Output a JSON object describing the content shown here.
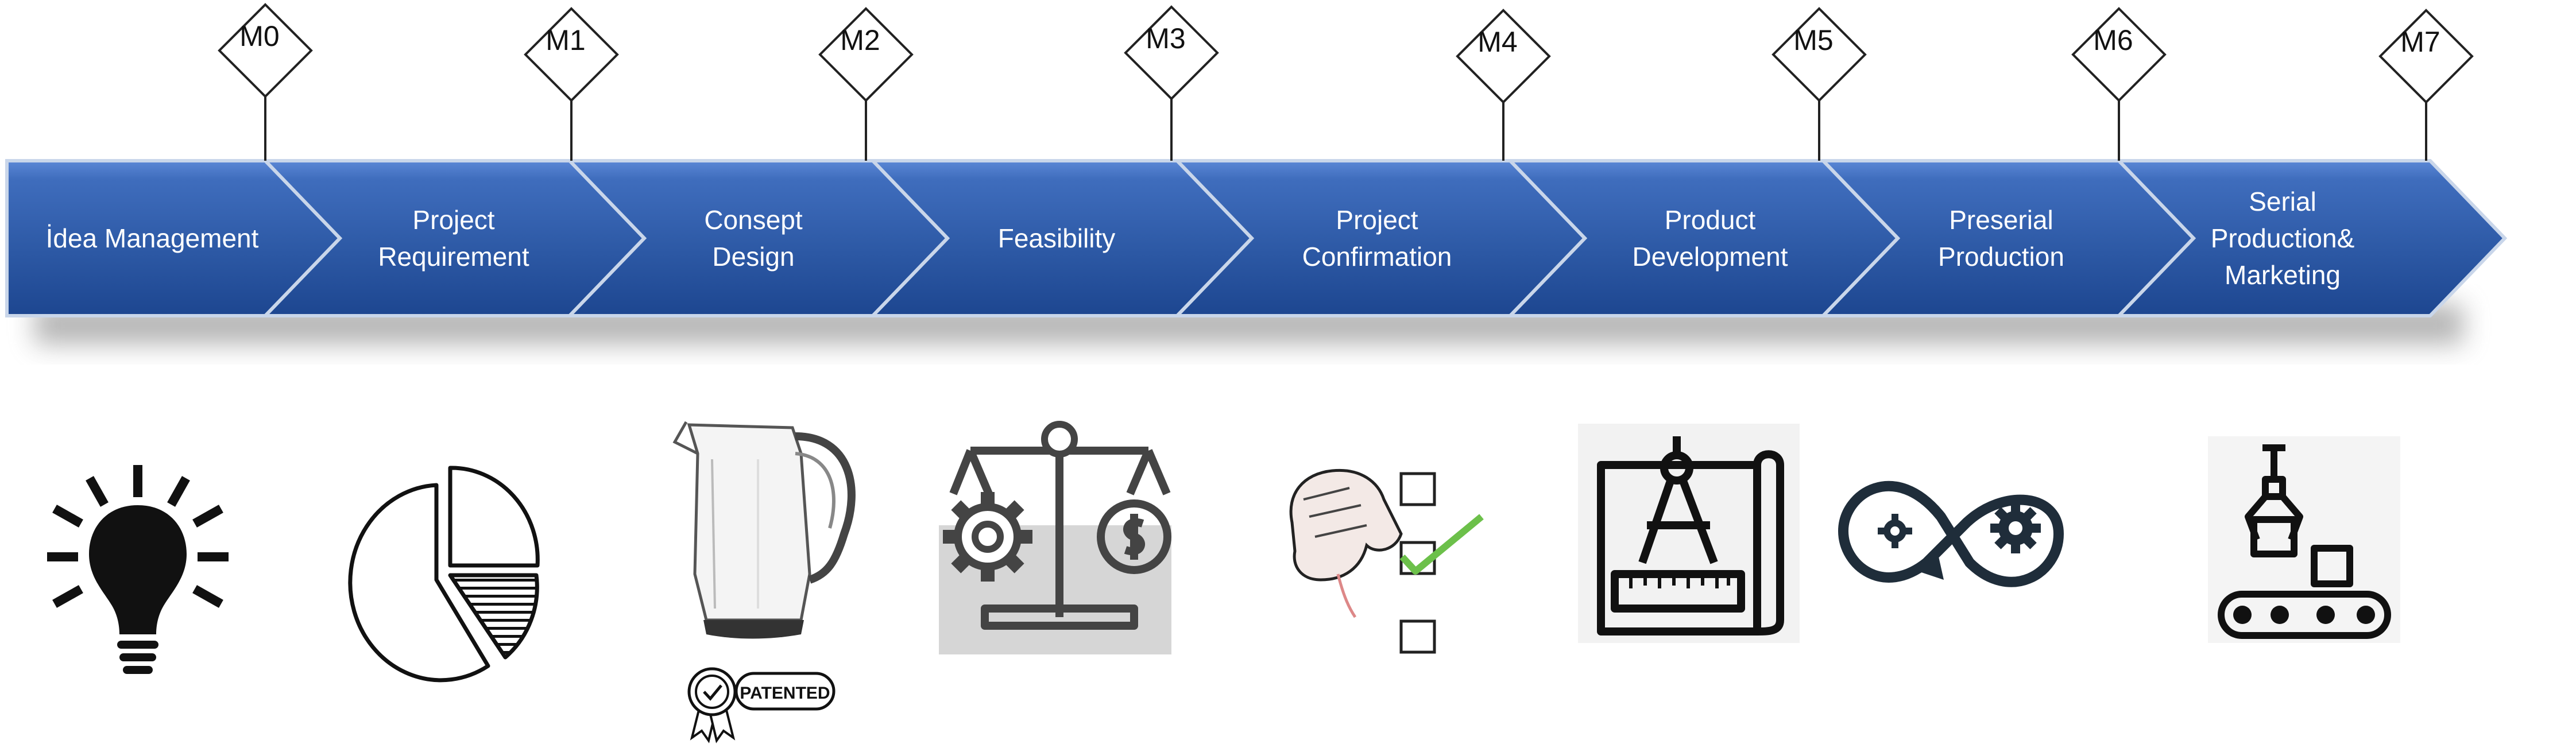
{
  "milestones": [
    "M0",
    "M1",
    "M2",
    "M3",
    "M4",
    "M5",
    "M6",
    "M7"
  ],
  "phases": [
    {
      "lines": [
        "İdea Management"
      ],
      "icon": "lightbulb-icon"
    },
    {
      "lines": [
        "Project",
        "Requirement"
      ],
      "icon": "pie-chart-icon"
    },
    {
      "lines": [
        "Consept",
        "Design"
      ],
      "icon": "kettle-icon"
    },
    {
      "lines": [
        "Feasibility"
      ],
      "icon": "balance-scale-icon"
    },
    {
      "lines": [
        "Project",
        "Confirmation"
      ],
      "icon": "checklist-hand-icon"
    },
    {
      "lines": [
        "Product",
        "Development"
      ],
      "icon": "blueprint-compass-icon"
    },
    {
      "lines": [
        "Preserial",
        "Production"
      ],
      "icon": "process-gears-icon"
    },
    {
      "lines": [
        "Serial",
        "Production&",
        "Marketing"
      ],
      "icon": "robot-arm-conveyor-icon"
    }
  ],
  "patent_badge": {
    "text": "PATENTED",
    "icon": "certificate-icon"
  },
  "colors": {
    "chevron_top": "#4a78c8",
    "chevron_mid": "#2f5ca8",
    "chevron_bottom": "#1f4a93",
    "text": "#ffffff",
    "icon": "#111111",
    "milestone_stroke": "#222222"
  }
}
